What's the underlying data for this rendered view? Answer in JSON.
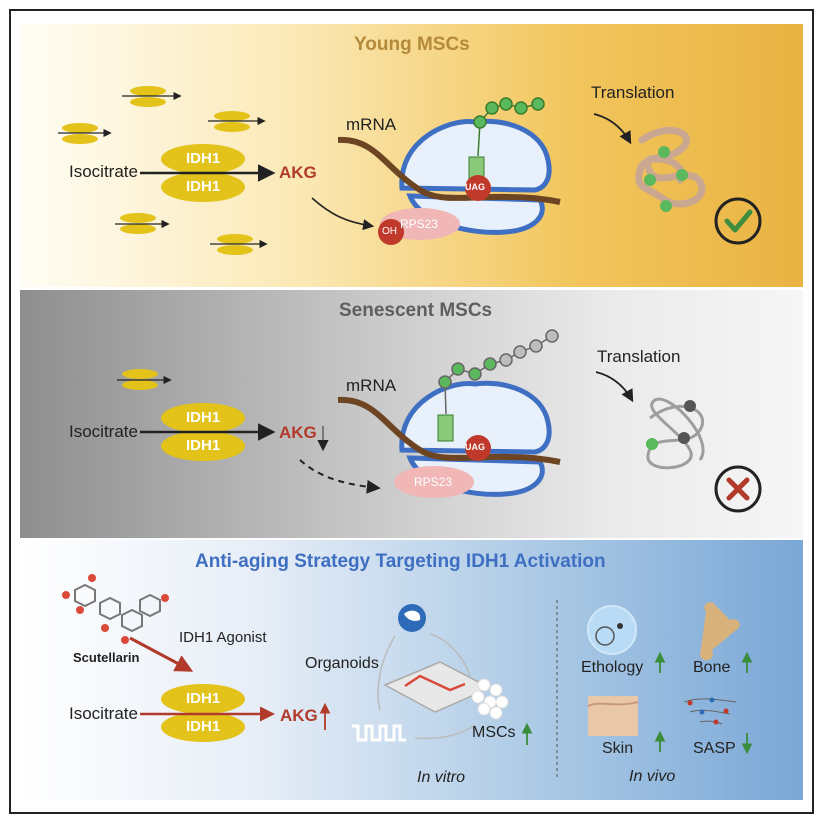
{
  "young": {
    "title": "Young MSCs",
    "idh1": "IDH1",
    "isocitrate": "Isocitrate",
    "akg": "AKG",
    "mrna": "mRNA",
    "uag": "UAG",
    "rps23": "RPS23",
    "oh": "OH",
    "translation": "Translation",
    "result_icon": "check-icon"
  },
  "senescent": {
    "title": "Senescent MSCs",
    "idh1": "IDH1",
    "isocitrate": "Isocitrate",
    "akg": "AKG",
    "mrna": "mRNA",
    "uag": "UAG",
    "rps23": "RPS23",
    "translation": "Translation",
    "result_icon": "cross-icon"
  },
  "strategy": {
    "title": "Anti-aging Strategy Targeting IDH1 Activation",
    "compound": "Scutellarin",
    "agonist": "IDH1 Agonist",
    "idh1": "IDH1",
    "isocitrate": "Isocitrate",
    "akg": "AKG",
    "organoids": "Organoids",
    "mscs": "MSCs",
    "in_vitro": "In vitro",
    "in_vivo": "In vivo",
    "ethology": "Ethology",
    "bone": "Bone",
    "skin": "Skin",
    "sasp": "SASP"
  },
  "colors": {
    "idh1": "#e3c21a",
    "akg": "#b23a2a",
    "membrane": "#3f6fc3",
    "mrna": "#6e4522",
    "green": "#4caf50",
    "title_young": "#b48a3a",
    "title_senescent": "#5f5f5f",
    "title_strategy": "#3f6fc3"
  }
}
